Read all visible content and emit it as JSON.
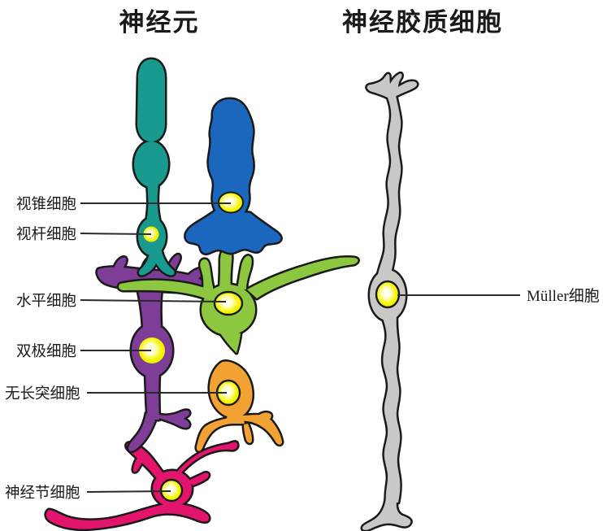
{
  "titles": {
    "left": "神经元",
    "right": "神经胶质细胞"
  },
  "labels": {
    "cone": "视锥细胞",
    "rod": "视杆细胞",
    "horizontal": "水平细胞",
    "bipolar": "双极细胞",
    "amacrine": "无长突细胞",
    "ganglion": "神经节细胞",
    "muller": "Müller细胞"
  },
  "colors": {
    "cone": "#1B67BE",
    "rod": "#189B8E",
    "horizontal": "#8DC63F",
    "bipolar": "#7E3D97",
    "amacrine": "#F2A233",
    "ganglion": "#E3146B",
    "muller": "#C9C8C7",
    "nucleus": "#F5F500",
    "nucleus_edge": "#EDED00",
    "outline": "#1A1A1A",
    "leader_line": "#2A2A2A"
  }
}
